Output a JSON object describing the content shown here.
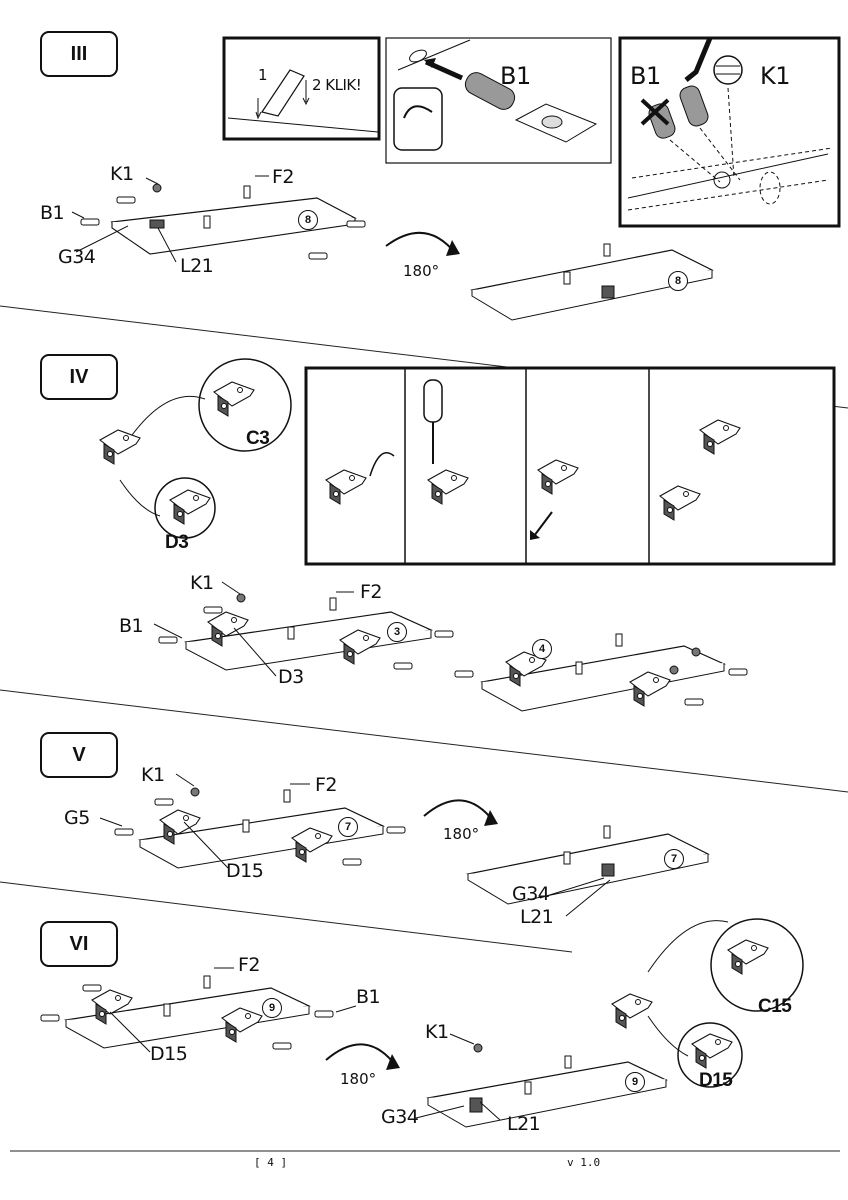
{
  "steps": {
    "s3": "III",
    "s4": "IV",
    "s5": "V",
    "s6": "VI"
  },
  "step3": {
    "klik_1": "1",
    "klik_2": "2 KLIK!",
    "b1_insert": "B1",
    "b1_wrong": "B1",
    "k1_right": "K1",
    "k1": "K1",
    "f2": "F2",
    "b1": "B1",
    "g34": "G34",
    "l21": "L21",
    "panel": "8",
    "panel_flipped": "8",
    "rotate": "180°"
  },
  "step4": {
    "c3": "C3",
    "d3": "D3",
    "k1": "K1",
    "f2": "F2",
    "b1": "B1",
    "d3_label": "D3",
    "panel_a": "3",
    "panel_b": "4"
  },
  "step5": {
    "k1": "K1",
    "f2": "F2",
    "g5": "G5",
    "d15": "D15",
    "panel": "7",
    "panel_flipped": "7",
    "rotate": "180°",
    "g34": "G34",
    "l21": "L21"
  },
  "step6": {
    "f2": "F2",
    "b1": "B1",
    "d15": "D15",
    "panel": "9",
    "rotate": "180°",
    "k1": "K1",
    "g34": "G34",
    "l21": "L21",
    "panel_flipped": "9",
    "c15": "C15",
    "d15_hinge": "D15"
  },
  "footer": {
    "page": "[ 4 ]",
    "version": "v 1.0"
  }
}
